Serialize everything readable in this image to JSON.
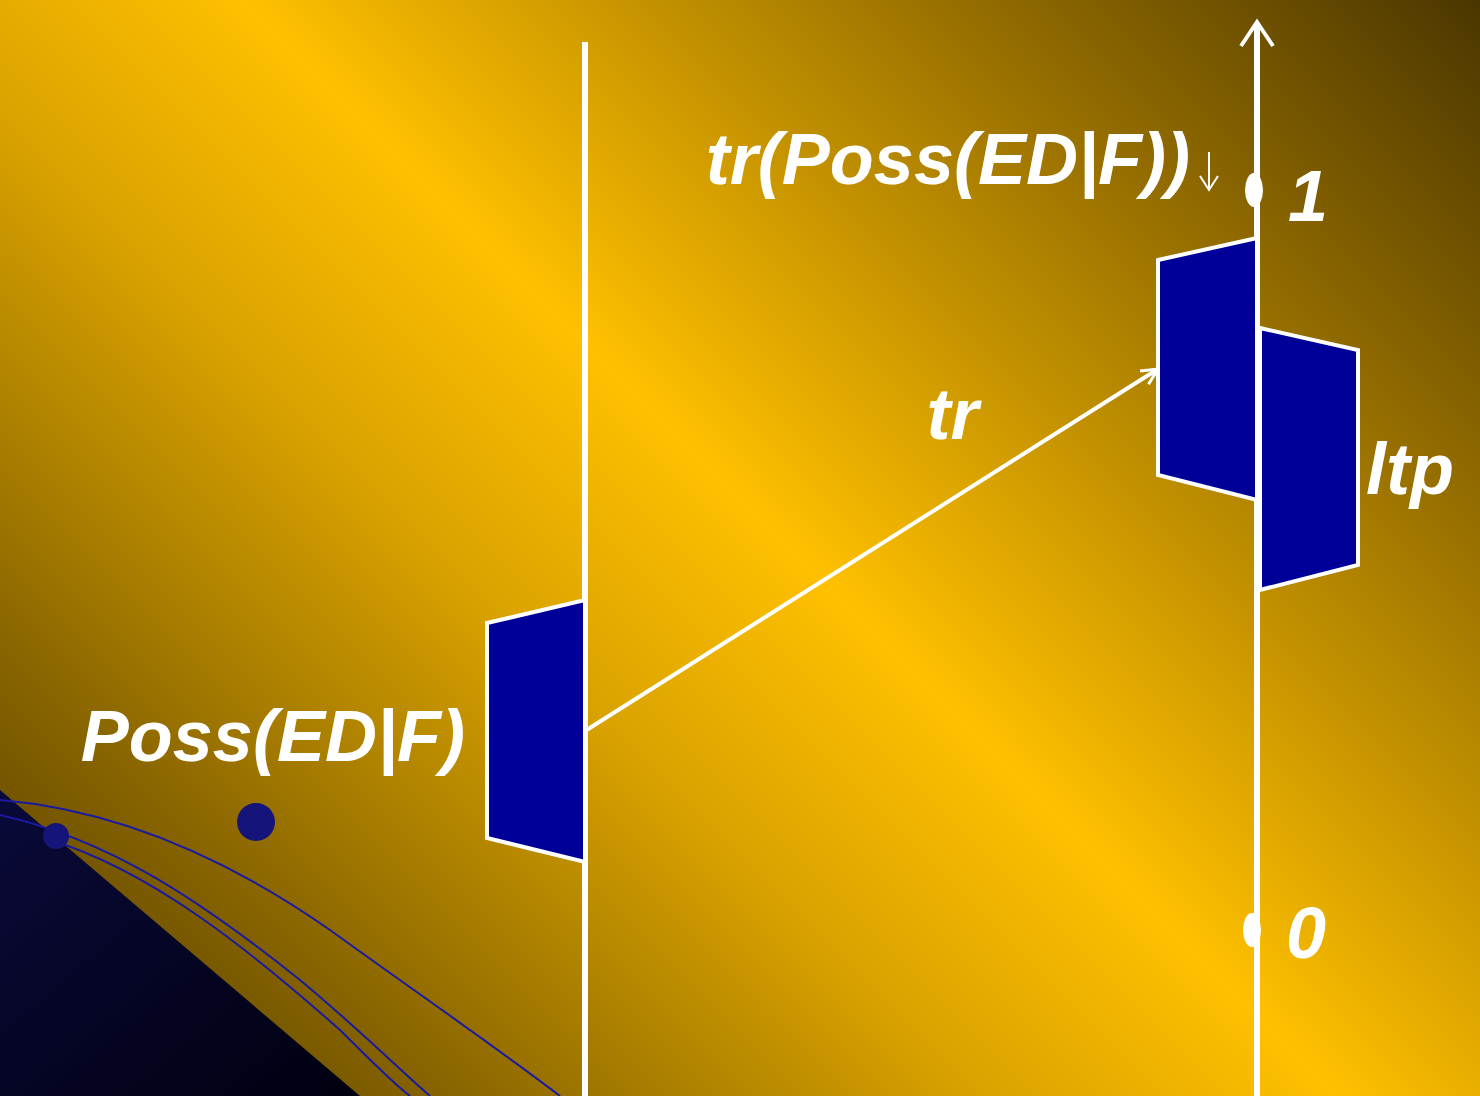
{
  "diagram": {
    "nodes": [
      {
        "text": [
          "Poss(ED|F)"
        ]
      },
      {
        "text": [
          "tr(Poss(ED|F))"
        ]
      },
      {
        "text": [
          "ltp"
        ]
      }
    ],
    "edges": [
      {
        "from": 0,
        "to": 1,
        "label": "tr",
        "arrow": "to"
      }
    ],
    "labels": [
      "1",
      "0"
    ]
  }
}
